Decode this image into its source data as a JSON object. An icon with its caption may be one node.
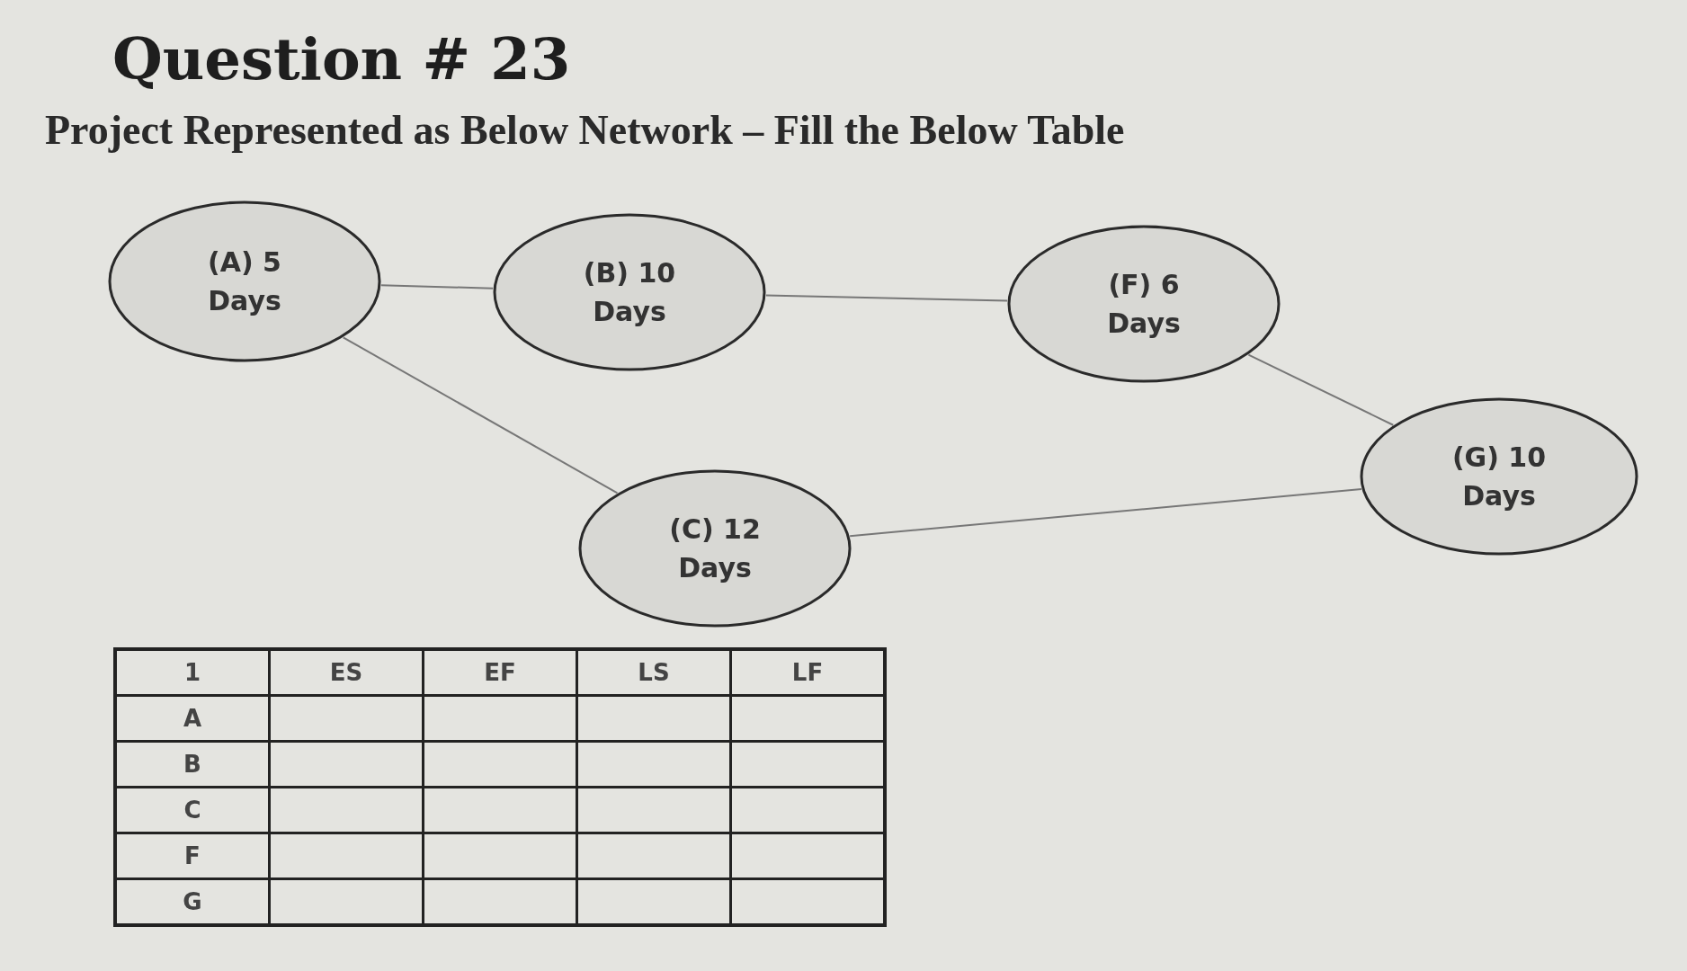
{
  "diagram": {
    "title": "Question # 23",
    "caption": "Project Represented as Below Network – Fill the Below Table",
    "nodes": [
      {
        "text": [
          "(A) 5 Days"
        ]
      },
      {
        "text": [
          "(B) 10 Days"
        ]
      },
      {
        "text": [
          "(F) 6 Days"
        ]
      },
      {
        "text": [
          "(G) 10 Days"
        ]
      },
      {
        "text": [
          "(C) 12 Days"
        ]
      }
    ],
    "edges": [
      {
        "from": 0,
        "to": 1,
        "arrow": "none"
      },
      {
        "from": 1,
        "to": 2,
        "arrow": "none"
      },
      {
        "from": 0,
        "to": 4,
        "arrow": "none"
      },
      {
        "from": 2,
        "to": 3,
        "arrow": "none"
      },
      {
        "from": 4,
        "to": 3,
        "arrow": "none"
      }
    ],
    "labels": [
      "1",
      "ES",
      "EF",
      "LS",
      "LF",
      "A",
      "B",
      "C",
      "F",
      "G"
    ]
  }
}
